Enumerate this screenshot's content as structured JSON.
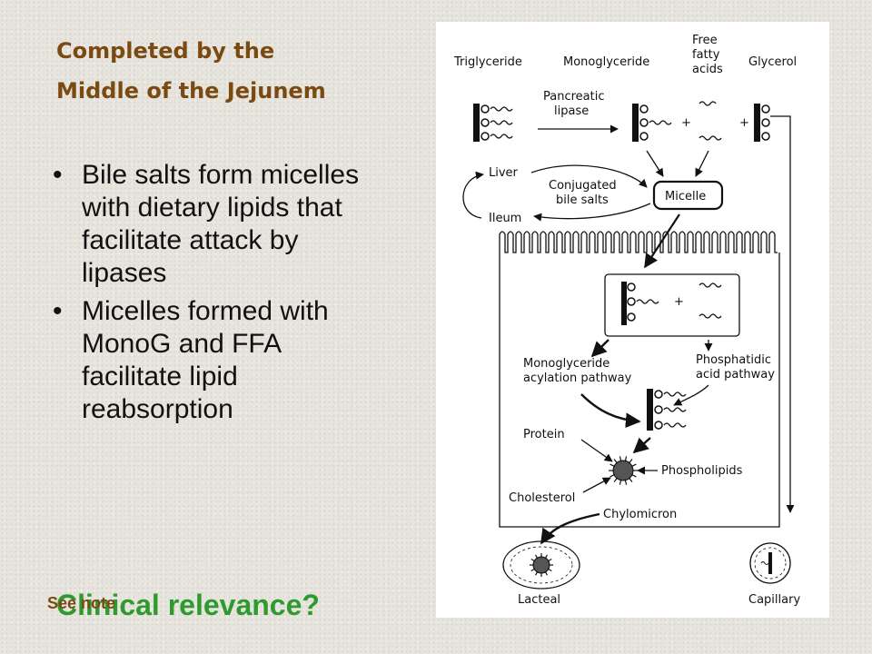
{
  "title": {
    "line1": "Completed by the",
    "line2": "Middle of the Jejunem"
  },
  "bullets": [
    "Bile salts form micelles with dietary lipids that facilitate attack by lipases",
    "Micelles formed with MonoG and FFA facilitate lipid reabsorption"
  ],
  "clinical": "Clinical relevance?",
  "see_note": "See note",
  "diagram": {
    "labels": {
      "triglyceride": "Triglyceride",
      "monoglyceride": "Monoglyceride",
      "free": "Free",
      "fatty": "fatty",
      "acids": "acids",
      "glycerol": "Glycerol",
      "pancreatic": "Pancreatic",
      "lipase": "lipase",
      "liver": "Liver",
      "ileum": "Ileum",
      "conjugated": "Conjugated",
      "bile_salts": "bile salts",
      "micelle": "Micelle",
      "mono_acyl_1": "Monoglyceride",
      "mono_acyl_2": "acylation pathway",
      "phos_acid_1": "Phosphatidic",
      "phos_acid_2": "acid pathway",
      "protein": "Protein",
      "phospholipids": "Phospholipids",
      "cholesterol": "Cholesterol",
      "chylomicron": "Chylomicron",
      "lacteal": "Lacteal",
      "capillary": "Capillary",
      "plus": "+"
    }
  }
}
